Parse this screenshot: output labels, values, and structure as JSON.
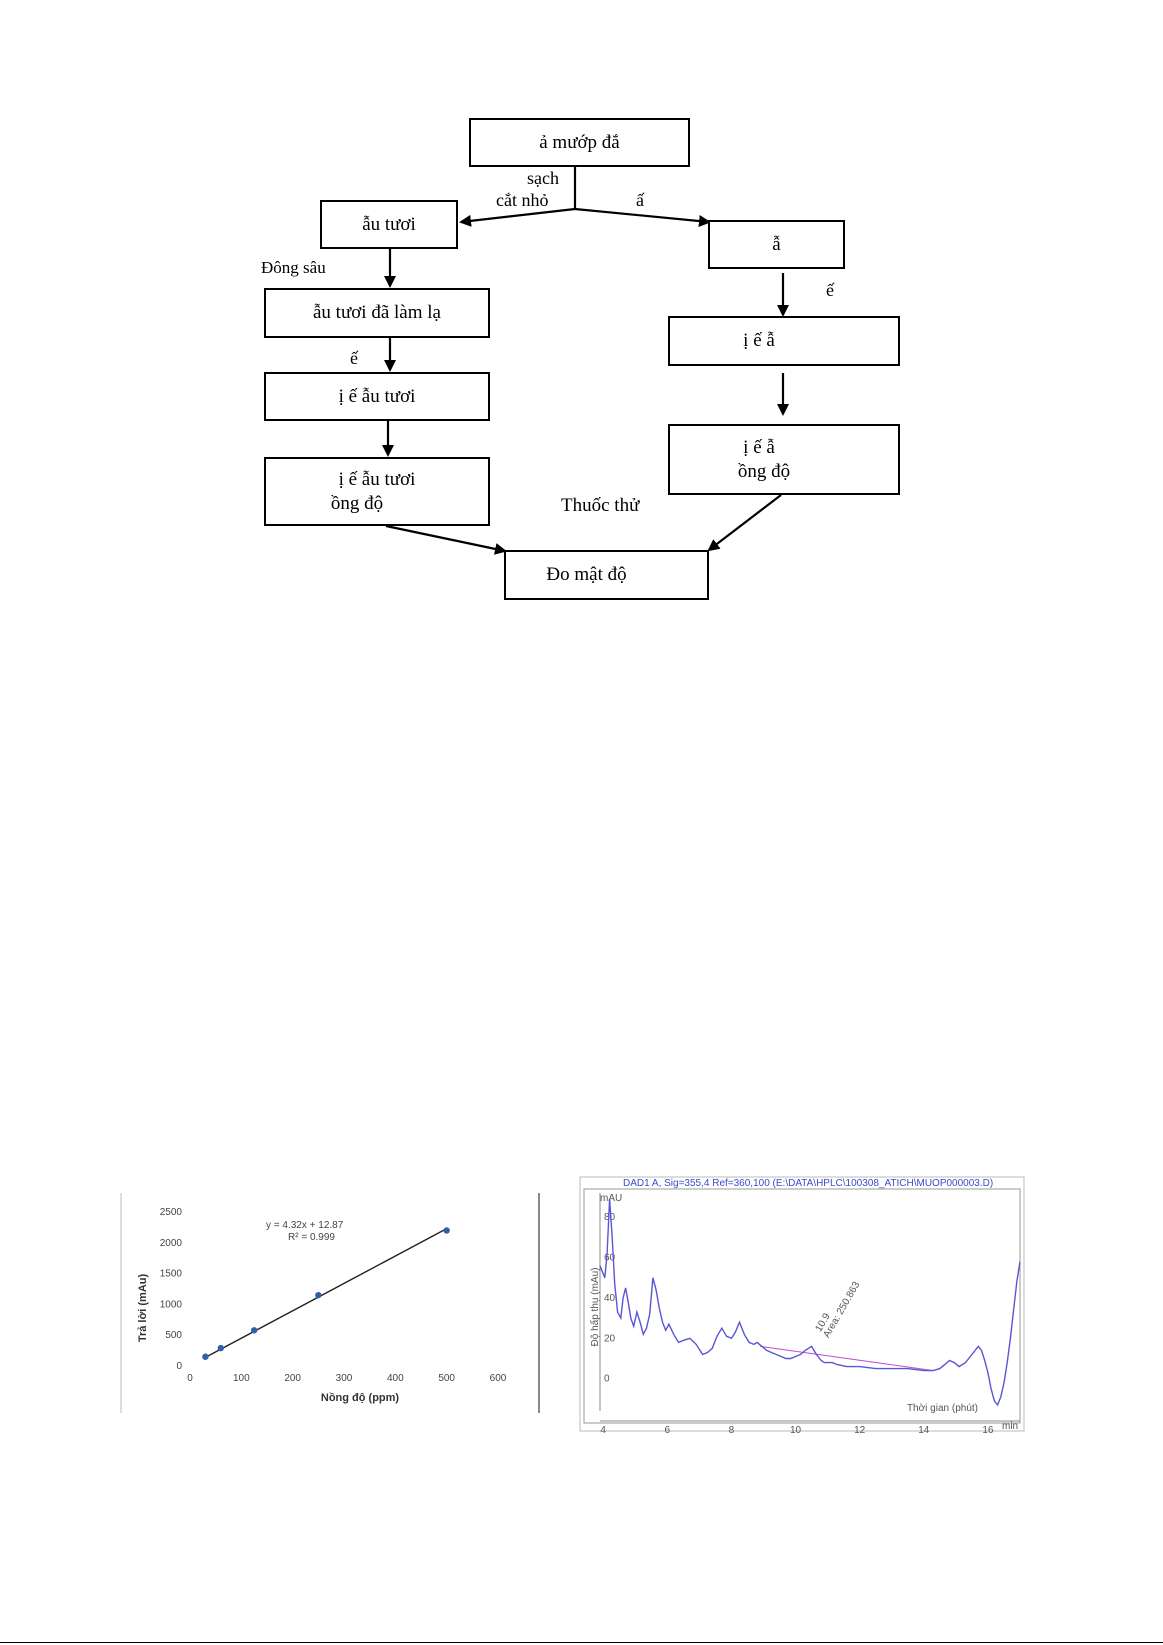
{
  "flowchart": {
    "box_top": "ả mướp đắ",
    "box_left_1": "ẫu tươi",
    "box_left_2": "ẫu tươi đã làm lạ",
    "box_left_3": "ị          ế     ẫu tươi",
    "box_left_4_line1": "ị          ế     ẫu tươi",
    "box_left_4_line2": "ồng độ",
    "box_right_1": "ẫ",
    "box_right_2": "ị          ế     ẫ",
    "box_right_3_line1": "ị          ế     ẫ",
    "box_right_3_line2": "ồng độ",
    "box_bottom": "Đo mật độ",
    "label_sach": "sạch",
    "label_cat_nho": "cắt nhỏ",
    "label_right_branch": "ấ",
    "label_dong_sau": "Đông sâu",
    "label_left_e": "ế",
    "label_right_e": "ế",
    "label_thuoc_thu": "Thuốc thử"
  },
  "chart_data": [
    {
      "type": "scatter",
      "title": "",
      "xlabel": "Nồng độ (ppm)",
      "ylabel": "Trả lời (mAu)",
      "x_ticks": [
        "0",
        "100",
        "200",
        "300",
        "400",
        "500",
        "600"
      ],
      "y_ticks": [
        "0",
        "500",
        "1000",
        "1500",
        "2000",
        "2500"
      ],
      "xlim": [
        0,
        600
      ],
      "ylim": [
        0,
        2500
      ],
      "series": [
        {
          "x": [
            30,
            60,
            125,
            250,
            500
          ],
          "y": [
            150,
            290,
            580,
            1150,
            2200
          ]
        }
      ],
      "trendline": {
        "x": [
          30,
          500
        ],
        "y": [
          140,
          2230
        ]
      },
      "annotation_line1": "y = 4.32x + 12.87",
      "annotation_line2": "R² = 0.999",
      "colors": {
        "point": "#2e5fa8",
        "line": "#222222"
      }
    },
    {
      "type": "line",
      "title": "DAD1 A, Sig=355,4 Ref=360,100 (E:\\DATA\\HPLC\\100308_ATICH\\MUOP000003.D)",
      "xlabel": "Thời gian (phút)",
      "ylabel": "Độ hấp thụ (mAu)",
      "y_unit": "mAU",
      "x_unit": "min",
      "x_ticks": [
        "4",
        "6",
        "8",
        "10",
        "12",
        "14",
        "16"
      ],
      "y_ticks": [
        "0",
        "20",
        "40",
        "60",
        "80"
      ],
      "xlim": [
        3.9,
        17.0
      ],
      "ylim": [
        -16,
        92
      ],
      "peak_label": "Area: 250.863",
      "peak_rt": "10.9",
      "series": [
        {
          "x": [
            3.9,
            4.05,
            4.12,
            4.2,
            4.28,
            4.36,
            4.45,
            4.55,
            4.62,
            4.7,
            4.78,
            4.86,
            4.95,
            5.05,
            5.15,
            5.25,
            5.35,
            5.45,
            5.55,
            5.65,
            5.75,
            5.85,
            5.95,
            6.05,
            6.2,
            6.35,
            6.5,
            6.7,
            6.9,
            7.1,
            7.25,
            7.4,
            7.55,
            7.7,
            7.85,
            8.0,
            8.12,
            8.25,
            8.4,
            8.55,
            8.7,
            8.8,
            8.95,
            9.1,
            9.25,
            9.4,
            9.55,
            9.7,
            9.85,
            10.0,
            10.15,
            10.3,
            10.5,
            10.65,
            10.8,
            10.9,
            11.0,
            11.15,
            11.3,
            11.6,
            12.0,
            12.5,
            13.0,
            13.5,
            14.0,
            14.3,
            14.5,
            14.65,
            14.8,
            14.95,
            15.1,
            15.3,
            15.5,
            15.7,
            15.8,
            15.9,
            16.0,
            16.1,
            16.2,
            16.3,
            16.4,
            16.5,
            16.6,
            16.7,
            16.8,
            16.9,
            17.0
          ],
          "y": [
            56,
            50,
            62,
            89,
            70,
            47,
            33,
            30,
            40,
            45,
            38,
            30,
            26,
            33,
            28,
            22,
            25,
            32,
            50,
            44,
            35,
            28,
            24,
            27,
            22,
            18,
            19,
            20,
            17,
            12,
            13,
            15,
            21,
            25,
            21,
            20,
            23,
            28,
            22,
            18,
            17,
            18,
            16,
            14,
            13,
            12,
            11,
            10,
            10,
            11,
            12,
            14,
            16,
            12,
            9,
            8,
            8,
            8,
            7,
            6,
            6,
            5,
            5,
            5,
            4,
            4,
            5,
            7,
            9,
            8,
            6,
            8,
            12,
            16,
            14,
            9,
            3,
            -5,
            -11,
            -13,
            -9,
            -2,
            8,
            20,
            34,
            48,
            58
          ],
          "color": "#5a55d6"
        }
      ]
    }
  ]
}
